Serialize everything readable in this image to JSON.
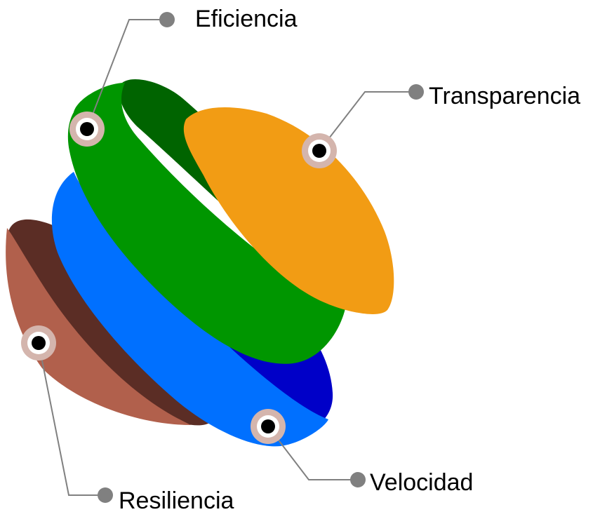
{
  "labels": {
    "eficiencia": "Eficiencia",
    "transparencia": "Transparencia",
    "velocidad": "Velocidad",
    "resiliencia": "Resiliencia"
  },
  "colors": {
    "brown_face": "#b1604c",
    "brown_side": "#5b2d25",
    "blue_face": "#0070ff",
    "blue_side": "#0000c8",
    "green_face": "#009600",
    "green_side": "#006400",
    "orange_face": "#f29c14",
    "connector": "#808080",
    "marker_ring": "#d4b5ad",
    "marker_dot": "#000000"
  },
  "icons": {
    "marker": "ring-dot-icon",
    "terminal": "gray-dot-icon"
  }
}
